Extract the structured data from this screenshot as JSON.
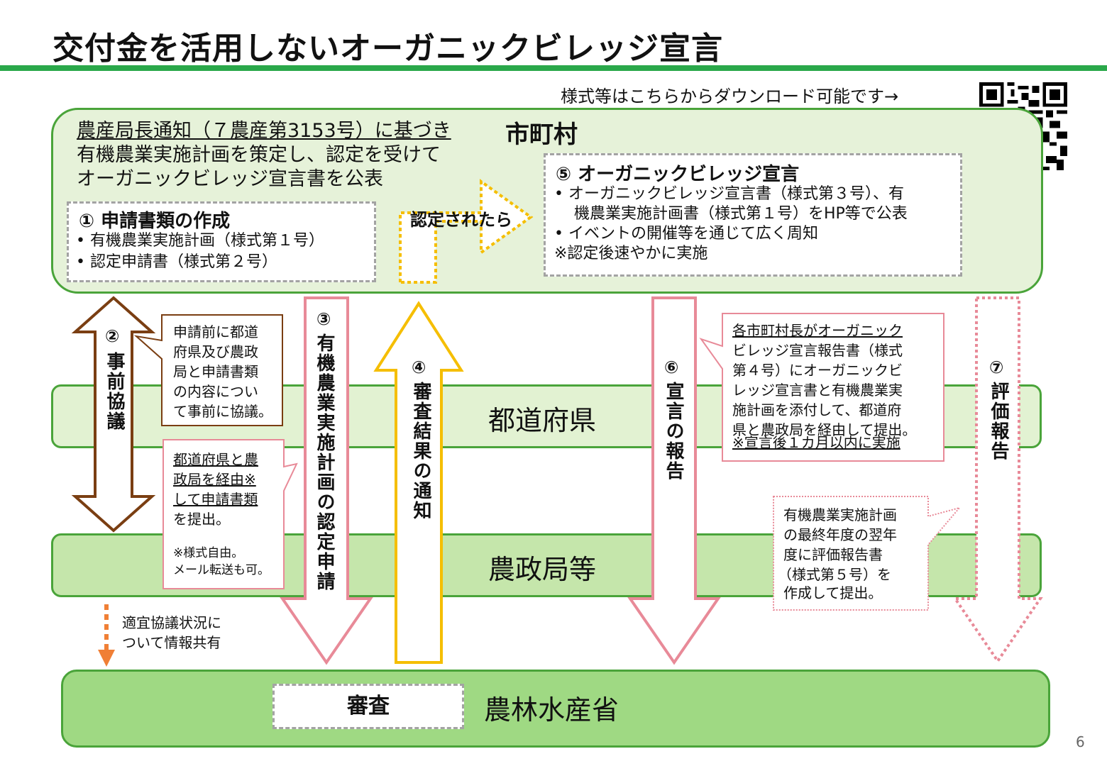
{
  "title": "交付金を活用しないオーガニックビレッジ宣言",
  "download_note": "様式等はこちらからダウンロード可能です→",
  "qr_icon": "qr-code-icon",
  "colors": {
    "title_rule": "#2aa84a",
    "band_border": "#4aa43a",
    "brown": "#7a3e12",
    "pink": "#e88a98",
    "yellow": "#f5be00",
    "orange": "#f07f35"
  },
  "municipality": {
    "label": "市町村",
    "intro": [
      "農産局長通知（７農産第3153号）に基づき",
      "有機農業実施計画を策定し、認定を受けて",
      "オーガニックビレッジ宣言書を公表"
    ],
    "step1": {
      "title": "① 申請書類の作成",
      "items": [
        "•  有機農業実施計画（様式第１号）",
        "•  認定申請書（様式第２号）"
      ]
    },
    "approved": "認定されたら",
    "step5": {
      "title": "⑤ オーガニックビレッジ宣言",
      "items": [
        "•  オーガニックビレッジ宣言書（様式第３号）、有",
        "機農業実施計画書（様式第１号）をHP等で公表",
        "•  イベントの開催等を通じて広く周知",
        "※認定後速やかに実施"
      ]
    }
  },
  "prefecture": {
    "label": "都道府県"
  },
  "regional_office": {
    "label": "農政局等"
  },
  "maff": {
    "label": "農林水産省",
    "review": "審査"
  },
  "steps": {
    "s2": {
      "num": "②",
      "label": "事前協議"
    },
    "s3": {
      "num": "③",
      "label": "有機農業実施計画の認定申請"
    },
    "s4": {
      "num": "④",
      "label": "審査結果の通知"
    },
    "s6": {
      "num": "⑥",
      "label": "宣言の報告"
    },
    "s7": {
      "num": "⑦",
      "label": "評価報告"
    }
  },
  "callouts": {
    "prior": [
      "申請前に都道",
      "府県及び農政",
      "局と申請書類",
      "の内容につい",
      "て事前に協議。"
    ],
    "submit": [
      "都道府県と農",
      "政局を経由※",
      "して申請書類",
      "を提出。"
    ],
    "submit_note": [
      "※様式自由。",
      "メール転送も可。"
    ],
    "report": [
      "各市町村長がオーガニック",
      "ビレッジ宣言報告書（様式",
      "第４号）にオーガニックビ",
      "レッジ宣言書と有機農業実",
      "施計画を添付して、都道府",
      "県と農政局を経由して提出。",
      "※宣言後１カ月以内に実施"
    ],
    "eval": [
      "有機農業実施計画",
      "の最終年度の翌年",
      "度に評価報告書",
      "（様式第５号）を",
      "作成して提出。"
    ]
  },
  "share_note": [
    "適宜協議状況に",
    "ついて情報共有"
  ],
  "page_number": "6"
}
